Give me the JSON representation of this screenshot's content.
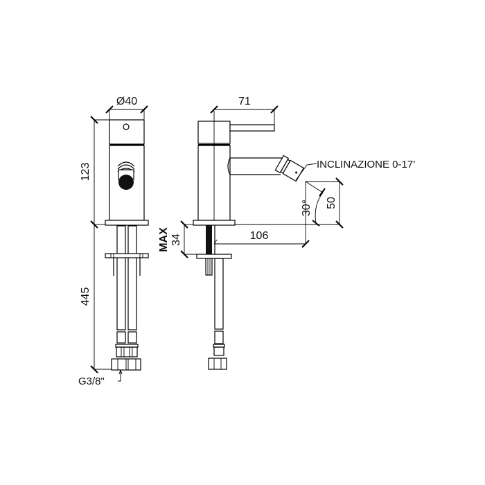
{
  "drawing": {
    "type": "technical-drawing",
    "subject": "bidet mixer tap",
    "front_view": {
      "dimensions": {
        "diameter": "Ø40",
        "body_height": "123",
        "hose_length": "445"
      },
      "labels": {
        "connection": "G3/8\""
      }
    },
    "side_view": {
      "dimensions": {
        "handle_reach": "71",
        "spout_reach": "106",
        "max_deck_thickness": "34",
        "max_label": "MAX",
        "spout_height": "50",
        "spout_angle": "30°"
      },
      "labels": {
        "inclination": "INCLINAZIONE 0-17'"
      }
    }
  }
}
